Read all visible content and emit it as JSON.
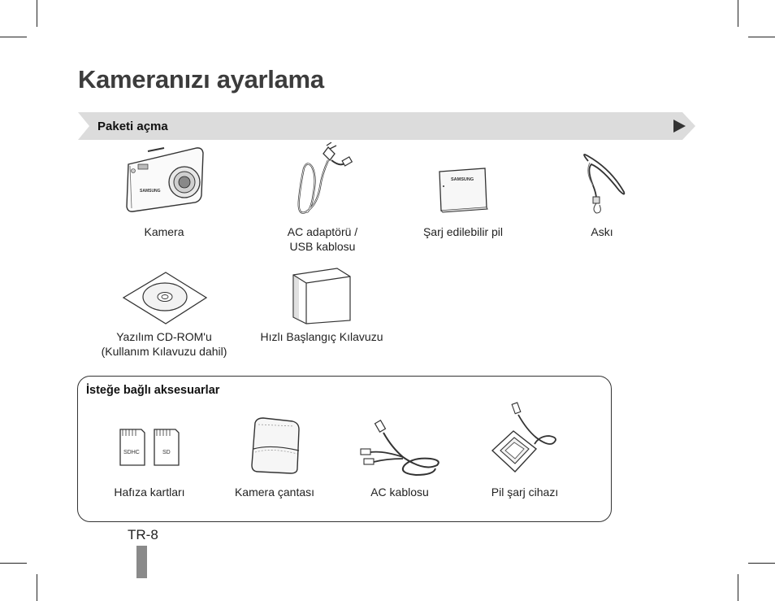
{
  "page": {
    "title": "Kameranızı ayarlama",
    "section_title": "Paketi açma",
    "page_number": "TR-8"
  },
  "package_items": [
    {
      "icon": "camera-icon",
      "label": "Kamera"
    },
    {
      "icon": "ac-adapter-usb-cable-icon",
      "label_line1": "AC adaptörü /",
      "label_line2": "USB kablosu"
    },
    {
      "icon": "rechargeable-battery-icon",
      "label": "Şarj edilebilir pil",
      "brand": "SAMSUNG"
    },
    {
      "icon": "strap-icon",
      "label": "Askı"
    },
    {
      "icon": "cd-rom-icon",
      "label_line1": "Yazılım CD-ROM'u",
      "label_line2": "(Kullanım Kılavuzu dahil)"
    },
    {
      "icon": "quick-start-manual-icon",
      "label": "Hızlı Başlangıç Kılavuzu"
    }
  ],
  "optional": {
    "title": "İsteğe bağlı aksesuarlar",
    "items": [
      {
        "icon": "memory-card-icon",
        "label": "Hafıza kartları",
        "card1": "SDHC",
        "card2": "SD"
      },
      {
        "icon": "camera-case-icon",
        "label": "Kamera çantası"
      },
      {
        "icon": "av-cable-icon",
        "label": "AC kablosu"
      },
      {
        "icon": "battery-charger-icon",
        "label": "Pil şarj cihazı"
      }
    ]
  }
}
